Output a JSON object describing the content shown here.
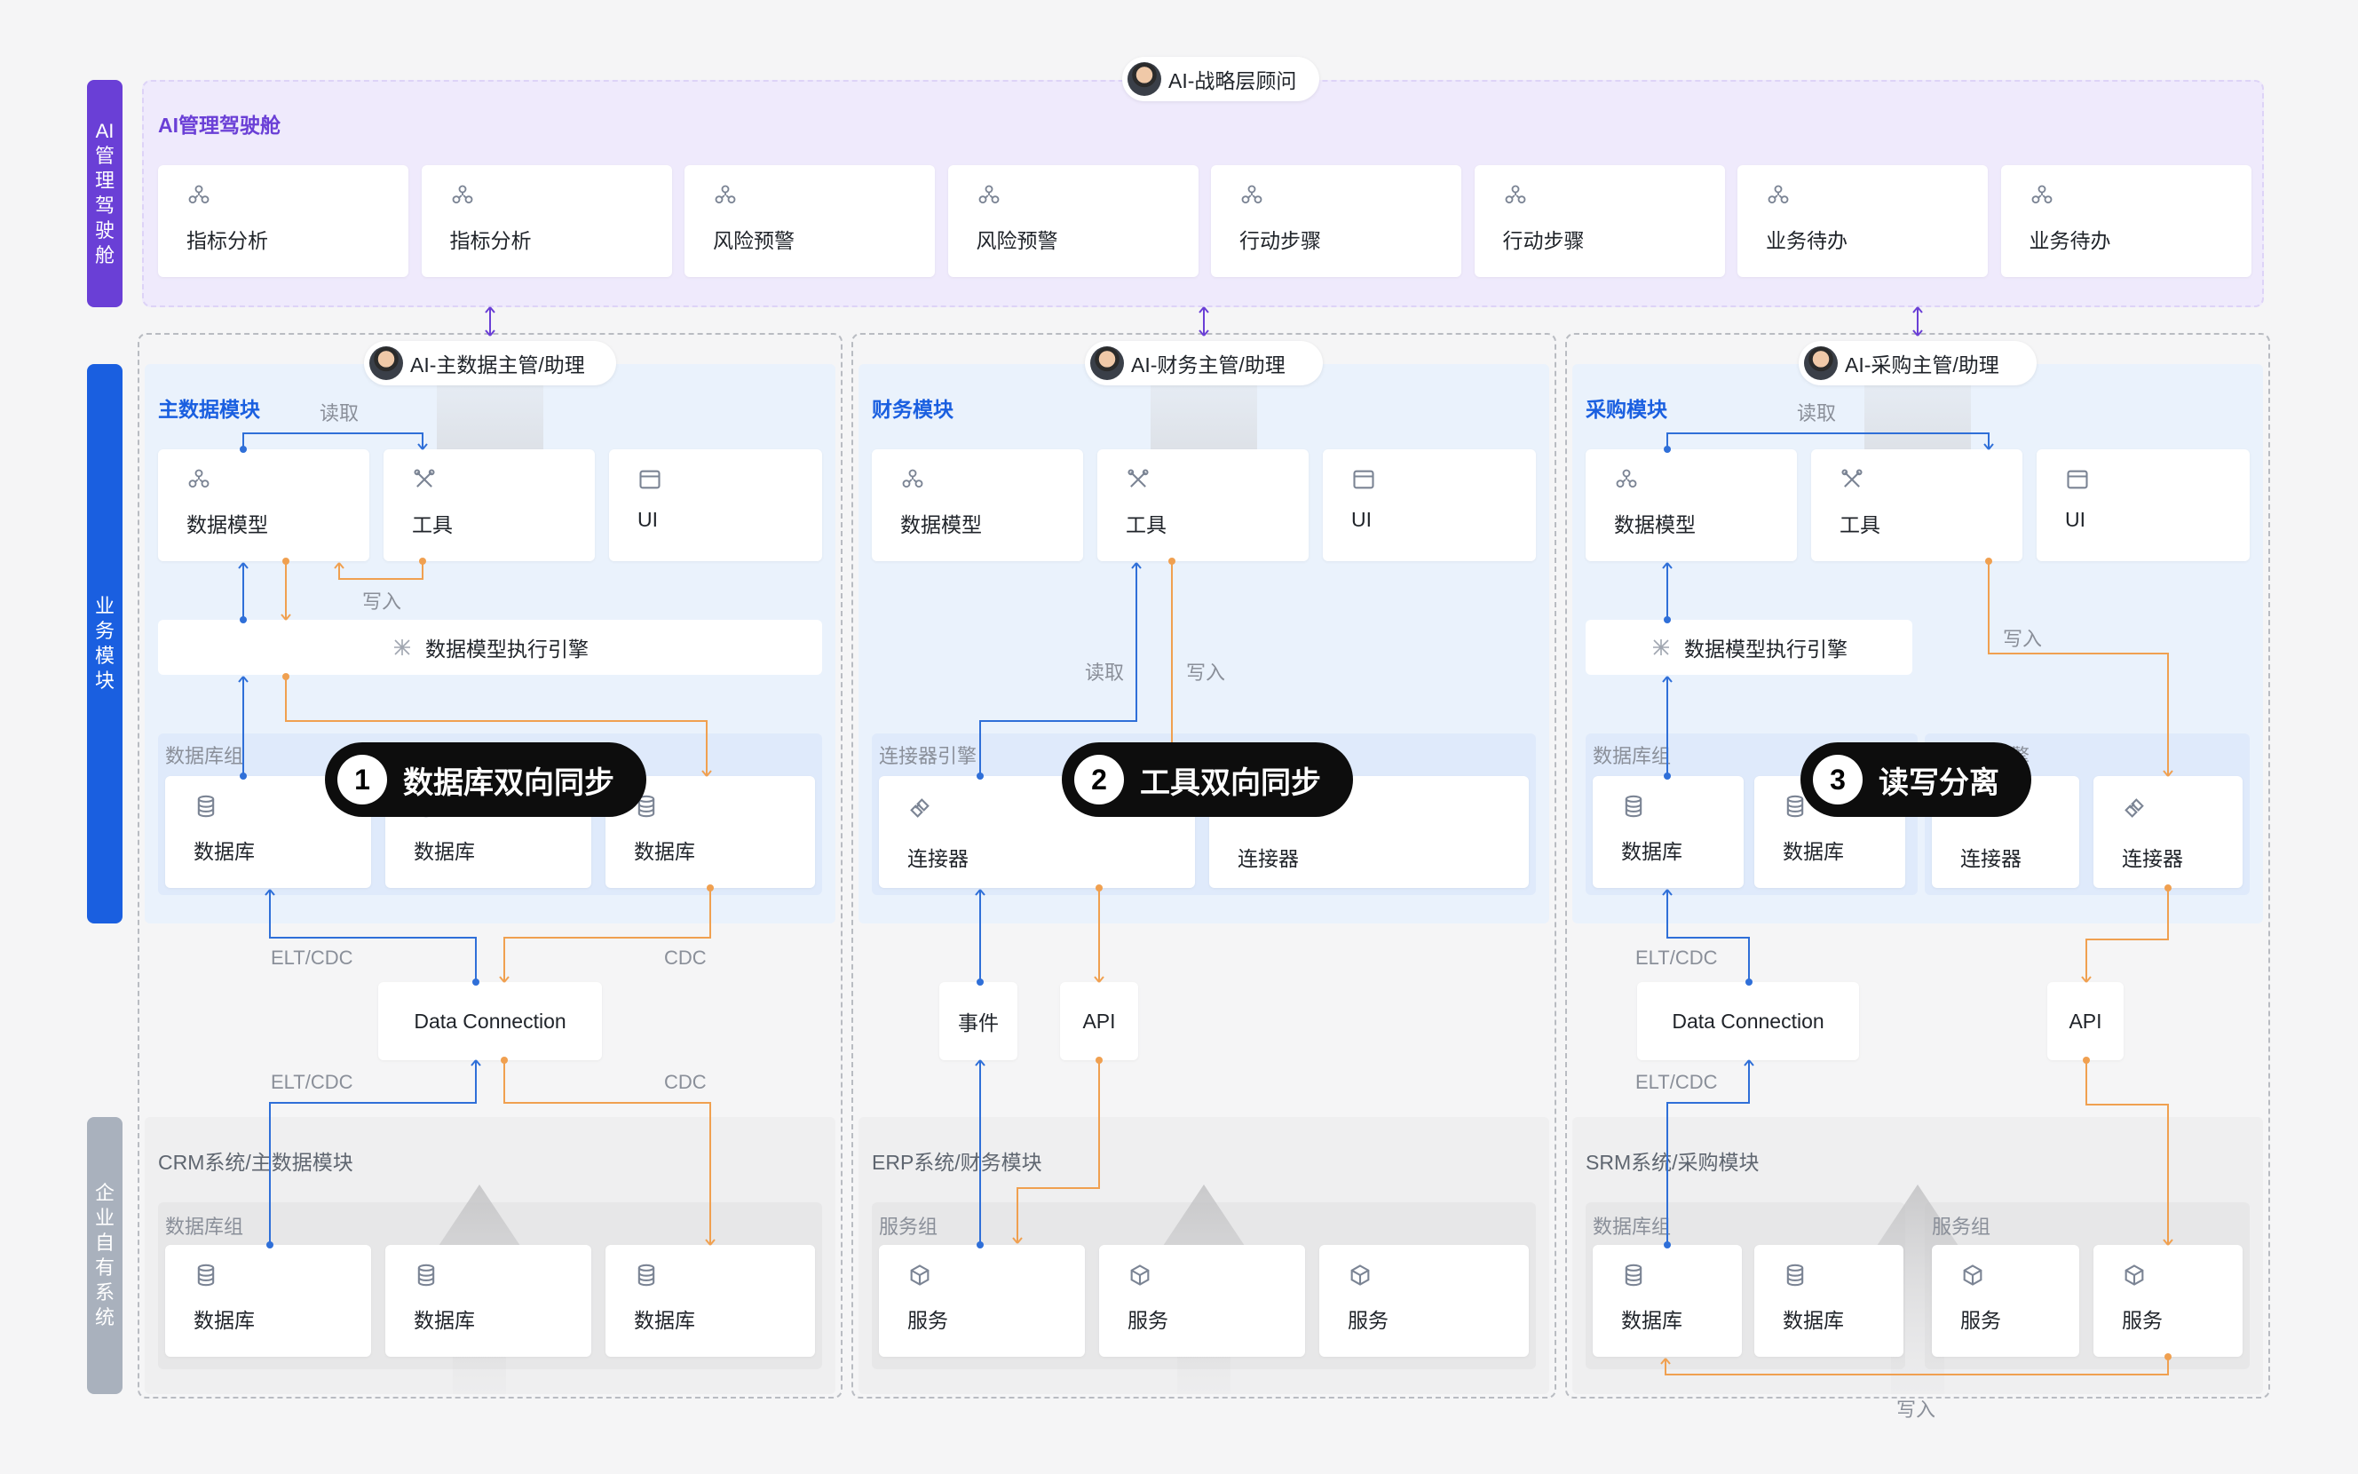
{
  "sidebar": {
    "cockpit": "AI管理驾驶舱",
    "business": "业务模块",
    "enterprise": "企业自有系统"
  },
  "top_advisor": "AI-战略层顾问",
  "cockpit": {
    "title": "AI管理驾驶舱",
    "cards": [
      "指标分析",
      "指标分析",
      "风险预警",
      "风险预警",
      "行动步骤",
      "行动步骤",
      "业务待办",
      "业务待办"
    ]
  },
  "col1": {
    "assistant": "AI-主数据主管/助理",
    "title": "主数据模块",
    "cards": [
      "数据模型",
      "工具",
      "UI"
    ],
    "engine": "数据模型执行引擎",
    "group": "数据库组",
    "dbs": [
      "数据库",
      "数据库",
      "数据库"
    ],
    "read": "读取",
    "write": "写入",
    "elt1": "ELT/CDC",
    "cdc1": "CDC",
    "dc": "Data Connection",
    "elt2": "ELT/CDC",
    "cdc2": "CDC",
    "system": "CRM系统/主数据模块",
    "sysgroup": "数据库组",
    "sysdbs": [
      "数据库",
      "数据库",
      "数据库"
    ]
  },
  "col2": {
    "assistant": "AI-财务主管/助理",
    "title": "财务模块",
    "cards": [
      "数据模型",
      "工具",
      "UI"
    ],
    "read": "读取",
    "write": "写入",
    "group": "连接器引擎",
    "connectors": [
      "连接器",
      "连接器"
    ],
    "event": "事件",
    "api": "API",
    "system": "ERP系统/财务模块",
    "sysgroup": "服务组",
    "services": [
      "服务",
      "服务",
      "服务"
    ]
  },
  "col3": {
    "assistant": "AI-采购主管/助理",
    "title": "采购模块",
    "cards": [
      "数据模型",
      "工具",
      "UI"
    ],
    "read": "读取",
    "write": "写入",
    "engine": "数据模型执行引擎",
    "group": "数据库组",
    "group2": "连接器引擎",
    "dbs": [
      "数据库",
      "数据库"
    ],
    "connectors": [
      "连接器",
      "连接器"
    ],
    "elt1": "ELT/CDC",
    "dc": "Data Connection",
    "api": "API",
    "elt2": "ELT/CDC",
    "system": "SRM系统/采购模块",
    "sysgroup": "数据库组",
    "sysgroup2": "服务组",
    "sysdbs": [
      "数据库",
      "数据库"
    ],
    "services": [
      "服务",
      "服务"
    ],
    "bottom_write": "写入"
  },
  "badges": [
    {
      "num": "1",
      "text": "数据库双向同步"
    },
    {
      "num": "2",
      "text": "工具双向同步"
    },
    {
      "num": "3",
      "text": "读写分离"
    }
  ],
  "colors": {
    "accent_blue": "#1a5fe0",
    "accent_purple": "#6a3fd6",
    "line_blue": "#2f6fd8",
    "line_orange": "#f0a050",
    "gray_side": "#a9b1bd"
  },
  "icons": {
    "cube": "cube-icon",
    "tools": "tools-icon",
    "window": "window-icon",
    "database": "database-icon",
    "link": "connector-icon",
    "service": "service-icon",
    "engine": "engine-icon"
  }
}
